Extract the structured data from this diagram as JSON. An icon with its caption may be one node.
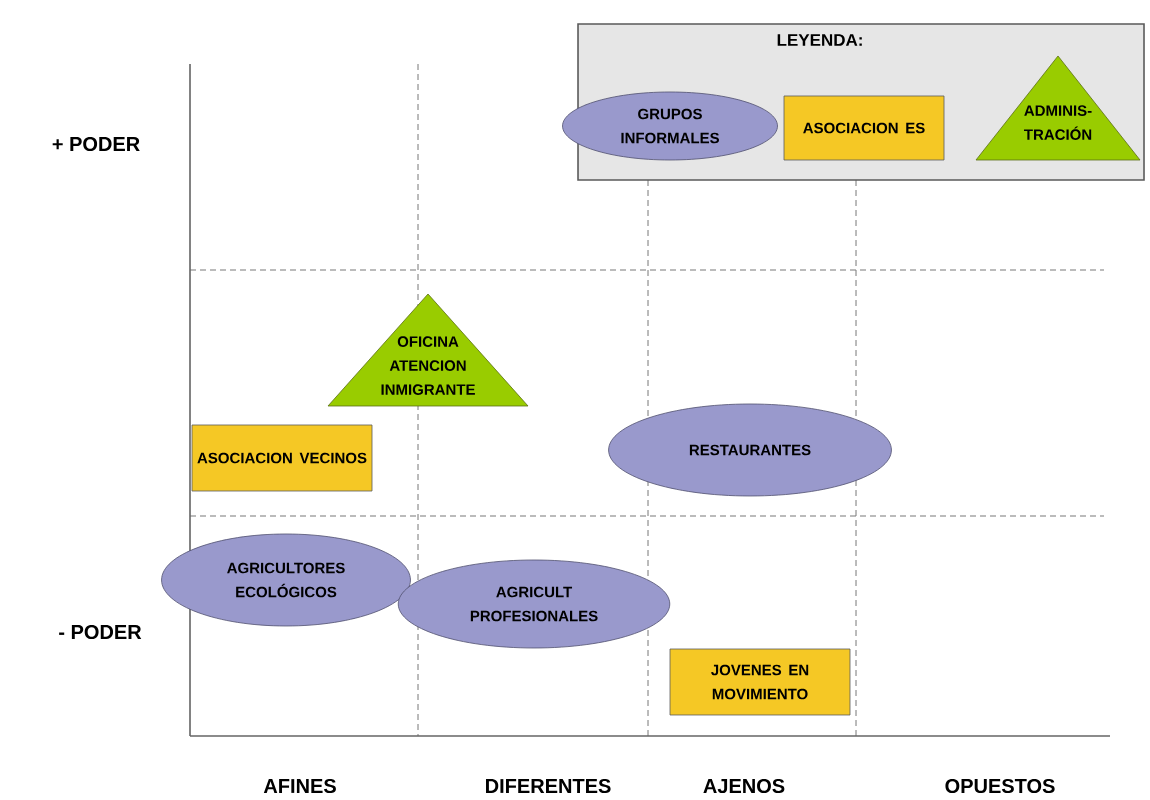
{
  "diagram": {
    "nodes": [
      {
        "text": [
          "OFICINA ATENCION INMIGRANTE"
        ]
      },
      {
        "text": [
          "ASOCIACION VECINOS"
        ]
      },
      {
        "text": [
          "RESTAURANTES"
        ]
      },
      {
        "text": [
          "AGRICULTORES ECOLÓGICOS"
        ]
      },
      {
        "text": [
          "AGRICULT PROFESIONALES"
        ]
      },
      {
        "text": [
          "JOVENES EN MOVIMIENTO"
        ]
      }
    ],
    "labels": [
      "LEYENDA:",
      "+ PODER",
      "- PODER",
      "AFINES",
      "DIFERENTES",
      "AJENOS",
      "OPUESTOS"
    ],
    "legend": [
      {
        "text": "GRUPOS INFORMALES"
      },
      {
        "text": "ASOCIACION ES"
      },
      {
        "text": "ADMINIS- TRACIÓN"
      }
    ]
  }
}
